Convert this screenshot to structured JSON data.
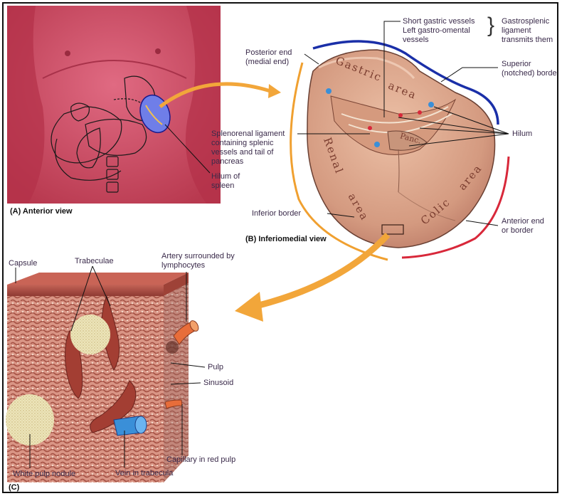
{
  "panels": {
    "a_caption": "(A) Anterior view",
    "b_caption": "(B) Inferiomedial view",
    "c_caption": "(C)"
  },
  "panel_a": {
    "hilum_label": "Hilum of\nspleen"
  },
  "panel_b": {
    "posterior_end": "Posterior end\n(medial end)",
    "short_gastric": "Short gastric vessels\nLeft gastro-omental\nvessels",
    "gastrosplenic": "Gastrosplenic\nligament\ntransmits them",
    "brace": "}",
    "superior_border": "Superior\n(notched) borde",
    "splenorenal": "Splenorenal ligament\ncontaining splenic\nvessels and tail of\npancreas",
    "hilum": "Hilum",
    "inferior_border": "Inferior border",
    "anterior_end": "Anterior end\nor border",
    "areas": {
      "gastric": "Gastric",
      "area1": "area",
      "renal": "Renal",
      "area2": "area",
      "colic": "Colic",
      "area3": "area",
      "panc": "Panc."
    }
  },
  "panel_c": {
    "capsule": "Capsule",
    "trabeculae": "Trabeculae",
    "artery": "Artery surrounded by\nlymphocytes",
    "pulp": "Pulp",
    "sinusoid": "Sinusoid",
    "capillary": "Capillary in red pulp",
    "white_pulp": "White pulp nodule",
    "vein": "Vein in trabecula"
  },
  "colors": {
    "skin": "#d2506a",
    "spleen_body": "#d8a58c",
    "spleen_outline": "#6a4033",
    "red_pulp": "#c97a6a",
    "white_pulp": "#e9e2b0",
    "vein_blue": "#3a8fd8",
    "artery_orange": "#e86d3a",
    "border_blue": "#1a2fa8",
    "border_red": "#d8283a",
    "border_orange": "#f0a030",
    "arrow_orange": "#f2a63a"
  }
}
